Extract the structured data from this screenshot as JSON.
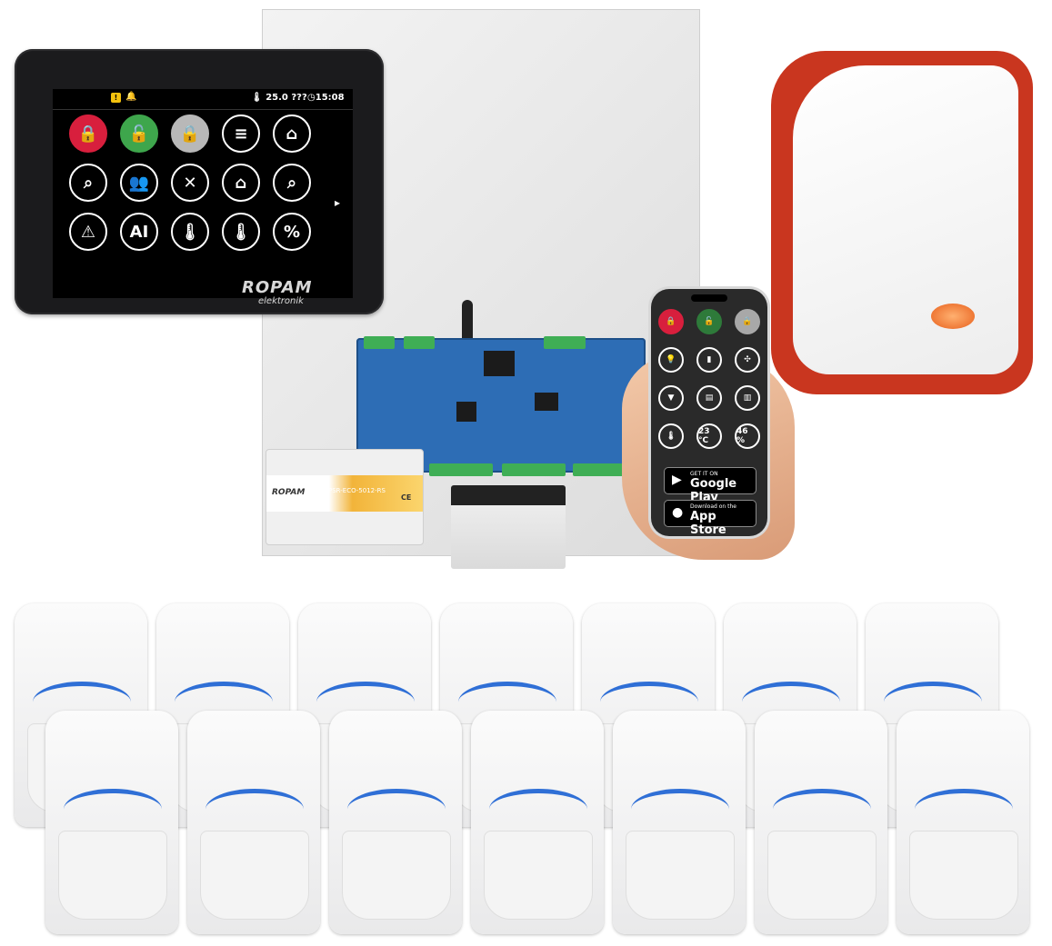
{
  "keypad": {
    "status_alert": "!",
    "status_bell": "🔔",
    "temperature": "25.0 ???",
    "clock": "15:08",
    "arrow": "▸",
    "icons": [
      {
        "name": "arm-lock-red-icon",
        "glyph": "🔒",
        "color": "red"
      },
      {
        "name": "disarm-lock-green-icon",
        "glyph": "🔓",
        "color": "green"
      },
      {
        "name": "lock-grey-icon",
        "glyph": "🔒",
        "color": "grey"
      },
      {
        "name": "event-log-icon",
        "glyph": "≡",
        "color": "none"
      },
      {
        "name": "home-settings-icon",
        "glyph": "⌂",
        "color": "none"
      },
      {
        "name": "search-zone-icon",
        "glyph": "⌕",
        "color": "none"
      },
      {
        "name": "users-icon",
        "glyph": "👥",
        "color": "none"
      },
      {
        "name": "tools-icon",
        "glyph": "✕",
        "color": "none"
      },
      {
        "name": "home-zone-icon",
        "glyph": "⌂",
        "color": "none"
      },
      {
        "name": "search-doc-icon",
        "glyph": "⌕",
        "color": "none"
      },
      {
        "name": "warning-icon",
        "glyph": "⚠",
        "color": "none"
      },
      {
        "name": "analog-input-icon",
        "glyph": "AI",
        "color": "none"
      },
      {
        "name": "thermometer-icon",
        "glyph": "🌡",
        "color": "none"
      },
      {
        "name": "humidity-thermometer-icon",
        "glyph": "🌡",
        "color": "none"
      },
      {
        "name": "humidity-percent-icon",
        "glyph": "%",
        "color": "none"
      }
    ],
    "logo": "ROPAM",
    "logo_sub": "elektronik"
  },
  "psu": {
    "logo": "ROPAM",
    "model": "PSR-ECO-5012-RS",
    "ce": "CE"
  },
  "phone": {
    "icons": [
      {
        "name": "arm-lock-red-icon",
        "glyph": "🔒",
        "color": "red"
      },
      {
        "name": "disarm-lock-green-icon",
        "glyph": "🔓",
        "color": "green"
      },
      {
        "name": "lock-grey-icon",
        "glyph": "🔒",
        "color": "grey"
      },
      {
        "name": "light-bulb-icon",
        "glyph": "💡",
        "color": "none"
      },
      {
        "name": "gate-icon",
        "glyph": "▮",
        "color": "none"
      },
      {
        "name": "fan-icon",
        "glyph": "✣",
        "color": "none"
      },
      {
        "name": "blind-down-icon",
        "glyph": "▼",
        "color": "none"
      },
      {
        "name": "blind-icon",
        "glyph": "▤",
        "color": "none"
      },
      {
        "name": "garage-icon",
        "glyph": "▥",
        "color": "none"
      },
      {
        "name": "thermometer-icon",
        "glyph": "🌡",
        "color": "none"
      },
      {
        "name": "temperature-reading-icon",
        "glyph": "23 °C",
        "color": "none"
      },
      {
        "name": "humidity-reading-icon",
        "glyph": "46 %",
        "color": "none"
      }
    ],
    "google_small": "GET IT ON",
    "google_big": "Google Play",
    "apple_small": "Download on the",
    "apple_big": "App Store"
  },
  "colors": {
    "accent_blue": "#2f6fd6",
    "siren_red": "#c9361f",
    "board_blue": "#2d6db5"
  },
  "pir_count": 14
}
